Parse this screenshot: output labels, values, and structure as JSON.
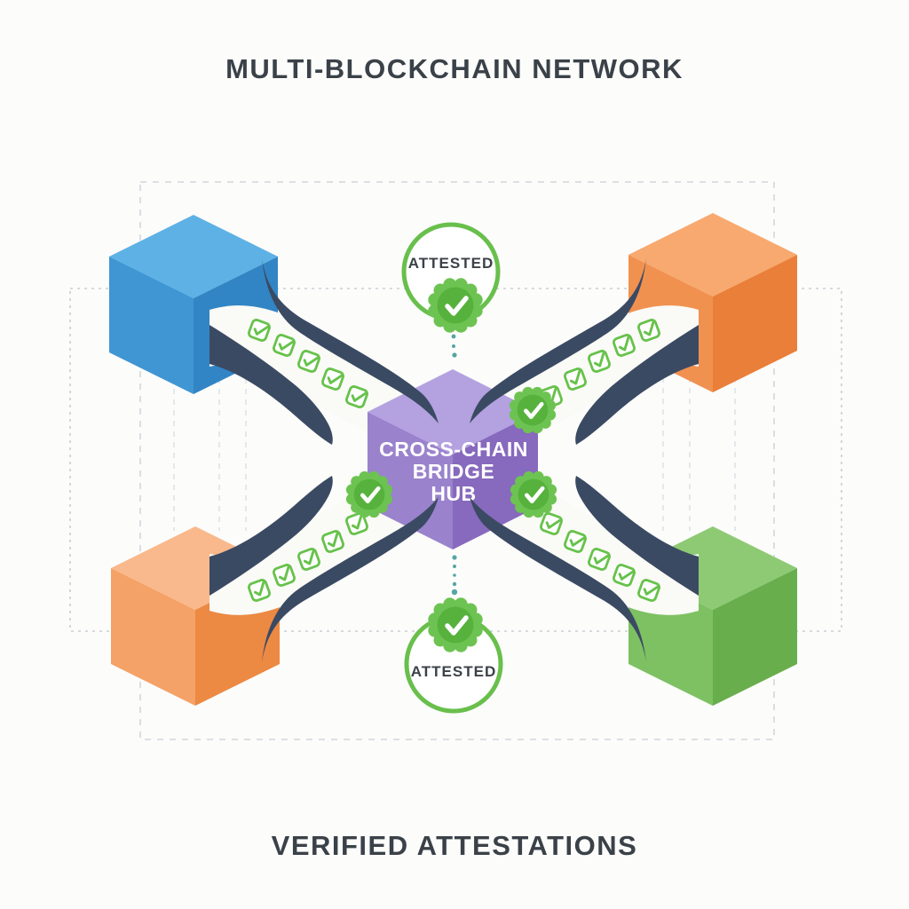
{
  "header": {
    "title": "MULTI-BLOCKCHAIN NETWORK"
  },
  "footer": {
    "caption": "VERIFIED ATTESTATIONS"
  },
  "hub": {
    "label_lines": [
      "CROSS-CHAIN",
      "BRIDGE",
      "HUB"
    ],
    "colors": {
      "top": "#b3a1e0",
      "left": "#9a82cd",
      "right": "#8769bd"
    }
  },
  "badges": {
    "top_label": "ATTESTED",
    "bottom_label": "ATTESTED",
    "ring_color": "#69bf4c",
    "seal_color": "#6dc352",
    "seal_inner_color": "#57b23d",
    "check_color": "#ffffff"
  },
  "nodes": [
    {
      "name": "blockchain-top-left",
      "colors": {
        "top": "#5eb1e5",
        "left": "#3f96d2",
        "right": "#3285c4"
      }
    },
    {
      "name": "blockchain-top-right",
      "colors": {
        "top": "#f8a96f",
        "left": "#f19150",
        "right": "#e97f39"
      }
    },
    {
      "name": "blockchain-bottom-left",
      "colors": {
        "top": "#f9b98c",
        "left": "#f4a267",
        "right": "#ec8943"
      }
    },
    {
      "name": "blockchain-bottom-right",
      "colors": {
        "top": "#8eca74",
        "left": "#7ec163",
        "right": "#68ae4c"
      }
    }
  ],
  "bridges": {
    "count": 4,
    "checkmarks_per_bridge": 5,
    "rail_color": "#3b4a63",
    "band_color": "#fafaf6",
    "checkbox_color": "#67c24b"
  },
  "connector_dot_color": "#55a6a2",
  "dash_color": "#d2d7db",
  "text_color": "#3a4148",
  "background_color": "#fcfcfb"
}
